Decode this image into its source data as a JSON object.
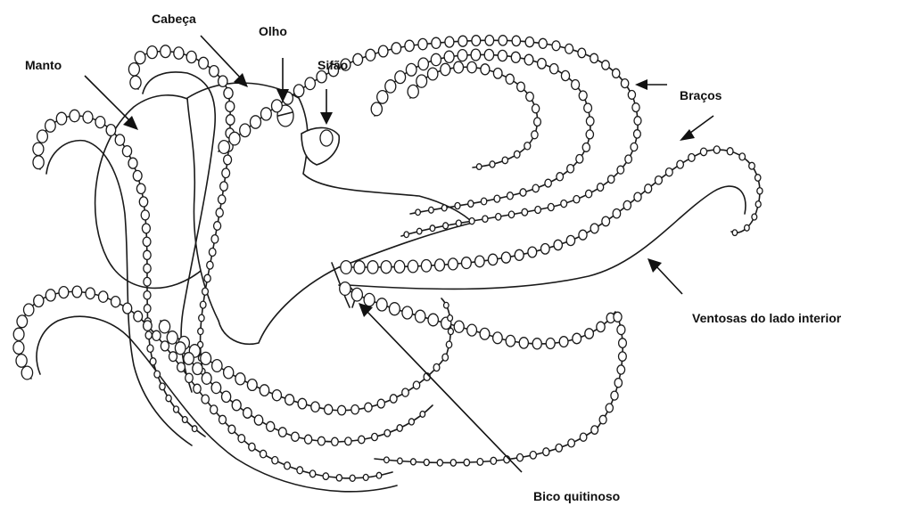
{
  "diagram": {
    "labels": {
      "manto": "Manto",
      "cabeca": "Cabeça",
      "olho": "Olho",
      "sifao": "Sifão",
      "bracos": "Braços",
      "ventosas": "Ventosas do lado interior",
      "bico": "Bico quitinoso"
    },
    "colors": {
      "line": "#1a1a1a",
      "background": "#ffffff"
    }
  }
}
